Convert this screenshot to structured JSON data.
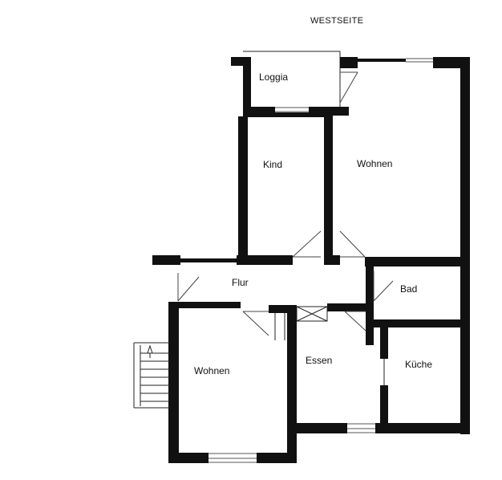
{
  "orientation": {
    "label": "WESTSEITE"
  },
  "rooms": {
    "loggia": "Loggia",
    "kind": "Kind",
    "wohnen_top": "Wohnen",
    "flur": "Flur",
    "bad": "Bad",
    "wohnen_bottom": "Wohnen",
    "essen": "Essen",
    "kueche": "Küche"
  }
}
